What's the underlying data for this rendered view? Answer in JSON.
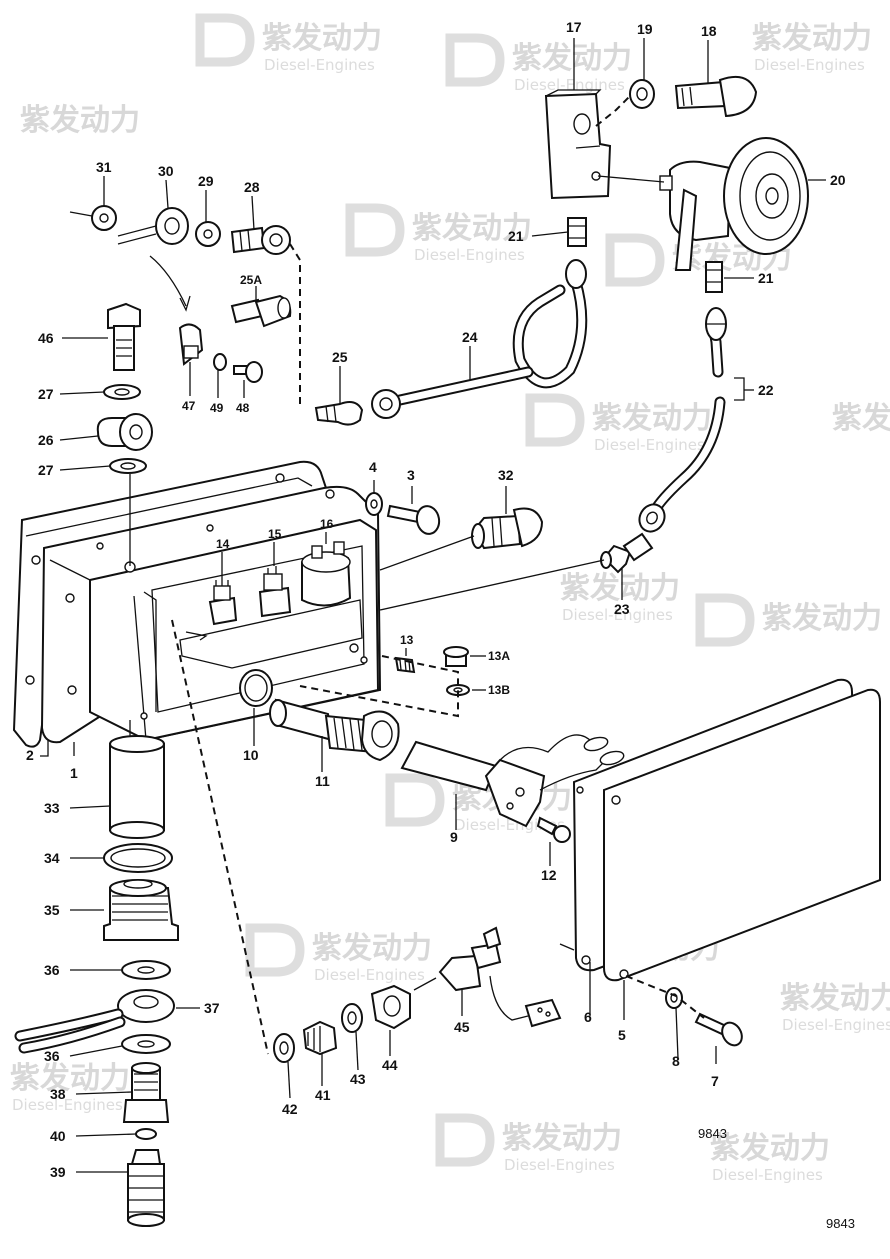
{
  "watermark": {
    "brand": "紫发动力",
    "sub": "Diesel-Engines"
  },
  "drawing_codes": [
    "9843",
    "9843"
  ],
  "callouts": [
    "1",
    "2",
    "3",
    "4",
    "5",
    "6",
    "7",
    "8",
    "9",
    "10",
    "11",
    "12",
    "13",
    "13A",
    "13B",
    "14",
    "15",
    "16",
    "17",
    "18",
    "19",
    "20",
    "21",
    "21",
    "22",
    "23",
    "24",
    "25",
    "25A",
    "26",
    "27",
    "27",
    "28",
    "29",
    "30",
    "31",
    "32",
    "33",
    "34",
    "35",
    "36",
    "36",
    "37",
    "38",
    "39",
    "40",
    "41",
    "42",
    "43",
    "44",
    "45",
    "46",
    "47",
    "48",
    "49"
  ]
}
